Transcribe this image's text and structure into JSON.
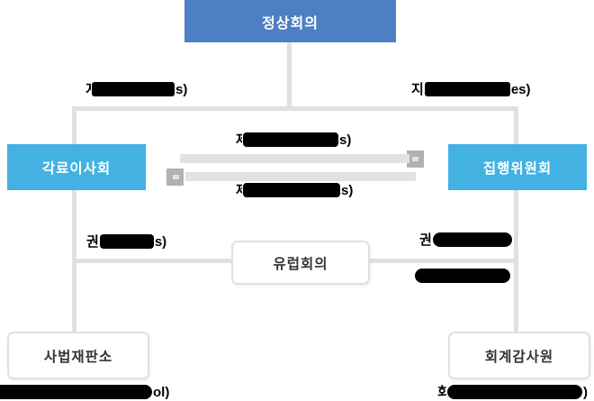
{
  "colors": {
    "summit_blue": "#4d7fc4",
    "side_blue": "#43b2e2",
    "line_gray": "#e0e0e0",
    "arrow_bar_gray": "#e2e2e2",
    "arrowhead_gray": "#b1b1b1",
    "redaction_black": "#000000",
    "box_border_gray": "#e0e0e0",
    "box_text": "#333333"
  },
  "nodes": {
    "summit": {
      "label": "정상회의"
    },
    "council": {
      "label": "각료이사회"
    },
    "commission": {
      "label": "집행위원회"
    },
    "european_assembly": {
      "label": "유럽회의"
    },
    "court_of_justice": {
      "label": "사법재판소"
    },
    "court_of_auditors": {
      "label": "회계감사원"
    }
  },
  "labels": {
    "top_left": {
      "prefix": "지",
      "suffix": "s)",
      "redacted": true
    },
    "top_right": {
      "prefix": "지",
      "suffix": "es)",
      "redacted": true
    },
    "arrow_to_commission": {
      "prefix": "제",
      "suffix": "s)",
      "redacted": true
    },
    "arrow_to_council": {
      "prefix": "제",
      "suffix": "s)",
      "redacted": true
    },
    "mid_left": {
      "prefix": "권",
      "suffix": "s)",
      "redacted": true
    },
    "mid_right_line1": {
      "prefix": "권",
      "suffix": "",
      "redacted": true
    },
    "mid_right_line2": {
      "prefix": "",
      "suffix": "",
      "redacted": true
    },
    "bottom_left": {
      "prefix": "",
      "suffix": "ol)",
      "redacted": true
    },
    "bottom_right": {
      "prefix": "회",
      "suffix": ")",
      "redacted": true
    }
  }
}
